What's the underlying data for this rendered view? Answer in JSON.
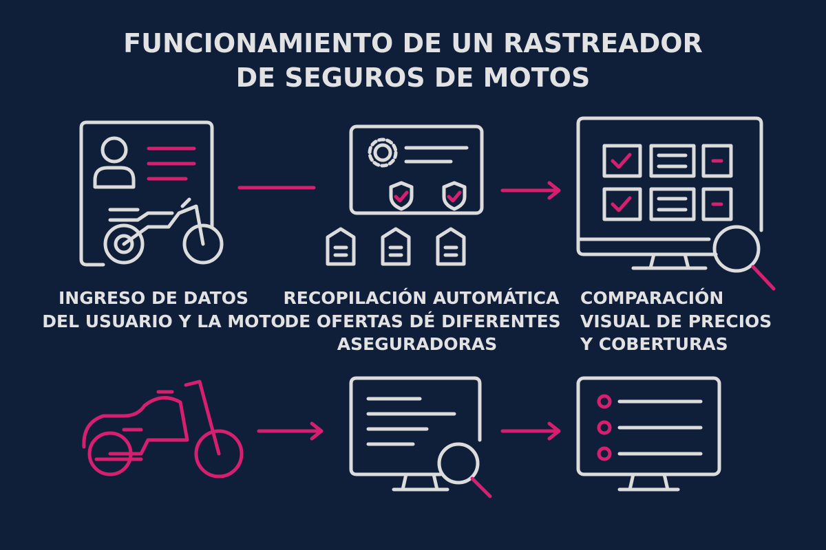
{
  "title": {
    "line1": "FUNCIONAMIENTO DE UN RASTREADOR",
    "line2": "DE SEGUROS DE MOTOS"
  },
  "steps": [
    {
      "line1": "INGRESO DE DATOS",
      "line2": "DEL USUARIO Y LA MOTO",
      "icon": "user-data-card-with-motorcycle-icon"
    },
    {
      "line1": "RECOPILACIÓN AUTOMÁTICA",
      "line2": "DE OFERTAS DÉ DIFERENTES",
      "line3": "ASEGURADORAS",
      "icon": "gear-shields-insurers-icon"
    },
    {
      "line1": "COMPARACIÓN",
      "line2": "VISUAL DE PRECIOS",
      "line3": "Y COBERTURAS",
      "icon": "monitor-comparison-magnifier-icon"
    }
  ],
  "bottom_row_icons": [
    "motorcycle-icon",
    "monitor-search-icon",
    "monitor-list-icon"
  ],
  "colors": {
    "background": "#0f1f3a",
    "line": "#dcdcdc",
    "accent": "#d6206f"
  }
}
